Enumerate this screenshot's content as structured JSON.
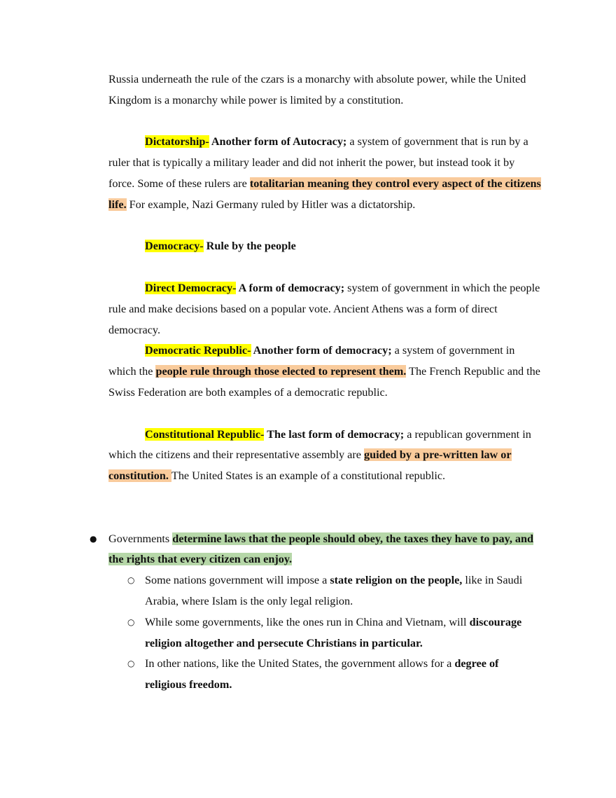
{
  "intro": {
    "text": "Russia underneath the rule of the czars is a monarchy with absolute power, while the United Kingdom is a monarchy while power is limited by a constitution."
  },
  "dictatorship": {
    "term": "Dictatorship-",
    "subtitle": " Another form of Autocracy;",
    "text1": " a system of government that is run by a ruler that is typically a military leader and did not inherit the power, but instead took it by force. Some of these rulers are ",
    "highlight": "totalitarian meaning they control every aspect of the citizens life.",
    "text2": " For example, Nazi Germany ruled by Hitler was a dictatorship."
  },
  "democracy": {
    "term": "Democracy-",
    "subtitle": " Rule by the people"
  },
  "direct_democracy": {
    "term": "Direct Democracy-",
    "subtitle": " A form of democracy;",
    "text": " system of government in which the people rule and make decisions based on a popular vote. Ancient Athens was a form of direct democracy."
  },
  "democratic_republic": {
    "term": "Democratic Republic-",
    "subtitle": " Another form of democracy;",
    "text1": " a system of government in which the ",
    "highlight": "people rule through those elected to represent them.",
    "text2": " The French Republic and the Swiss Federation are both examples of a democratic republic."
  },
  "constitutional_republic": {
    "term": "Constitutional Republic-",
    "subtitle": " The last form of democracy;",
    "text1": " a republican government in which the citizens and their representative assembly are ",
    "highlight": "guided by a pre-written law or constitution. ",
    "text2": "The United States is an example of a constitutional republic."
  },
  "bullet": {
    "lead": "Governments ",
    "highlight": "determine laws that the people should obey, the taxes they have to pay, and the rights that every citizen can enjoy.",
    "sub": [
      {
        "text1": "Some nations government will impose a ",
        "bold": "state religion on the people,",
        "text2": " like in Saudi Arabia, where Islam is the only legal religion."
      },
      {
        "text1": "While some governments, like the ones run in China and Vietnam, will ",
        "bold": "discourage religion altogether and persecute Christians in particular.",
        "text2": ""
      },
      {
        "text1": "In other nations, like the United States, the government allows for a ",
        "bold": "degree of religious freedom.",
        "text2": ""
      }
    ]
  }
}
